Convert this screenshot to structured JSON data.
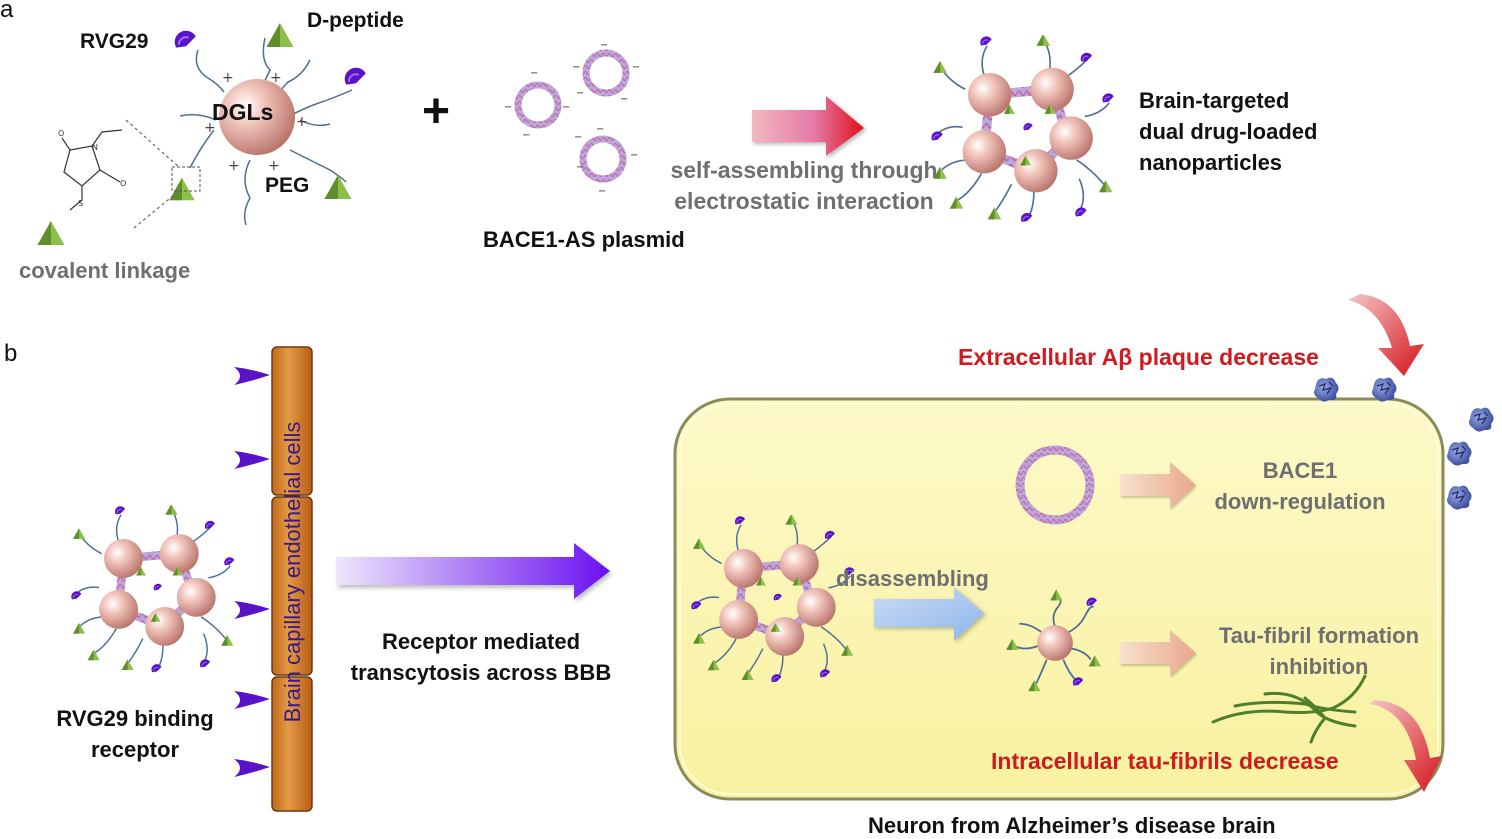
{
  "panel_a": {
    "label": "a",
    "components": {
      "rvg29": "RVG29",
      "d_peptide": "D-peptide",
      "dgls": "DGLs",
      "peg": "PEG",
      "covalent_linkage": "covalent linkage",
      "plus_operator": "+",
      "plasmid": "BACE1-AS plasmid",
      "process_line1": "self-assembling through",
      "process_line2": "electrostatic interaction",
      "result_line1": "Brain-targeted",
      "result_line2": "dual drug-loaded",
      "result_line3": "nanoparticles"
    },
    "charges": {
      "positive": "+",
      "negative": "−"
    }
  },
  "panel_b": {
    "label": "b",
    "bbb_label": "Brain capillary endothelial cells",
    "receptor_line1": "RVG29 binding",
    "receptor_line2": "receptor",
    "transport_line1": "Receptor mediated",
    "transport_line2": "transcytosis across BBB",
    "disassembling": "disassembling",
    "bace1_line1": "BACE1",
    "bace1_line2": "down-regulation",
    "tau_line1": "Tau-fibril formation",
    "tau_line2": "inhibition",
    "extracellular_effect": "Extracellular Aβ plaque decrease",
    "intracellular_effect": "Intracellular tau-fibrils decrease",
    "neuron_caption": "Neuron from Alzheimer’s disease brain"
  },
  "colors": {
    "effect_red": "#d11a1f",
    "process_gray": "#6f6f6f",
    "rvg29_purple": "#5a12c8",
    "peptide_green": "#7cb342",
    "dgl_sphere": "#e8a8a0",
    "bbb_orange": "#d9862e",
    "neuron_yellow": "#fbf6b4",
    "plaque_blue": "#5b6fc0"
  }
}
